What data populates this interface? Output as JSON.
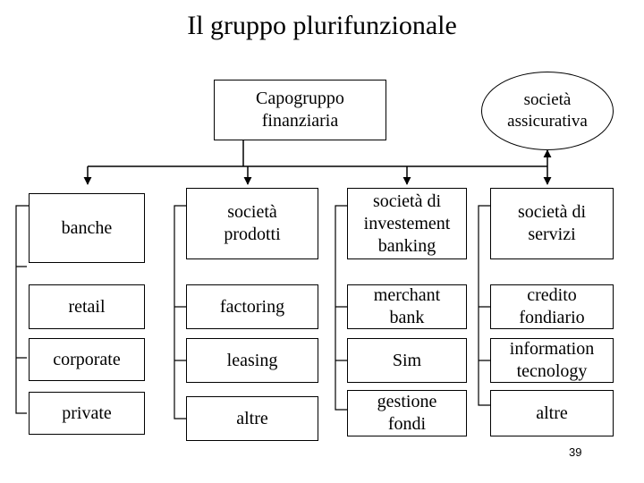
{
  "title": "Il gruppo plurifunzionale",
  "top": {
    "holding": "Capogruppo\nfinanziaria",
    "insurance": "società\nassicurativa"
  },
  "columns": [
    {
      "items": [
        "banche",
        "retail",
        "corporate",
        "private"
      ]
    },
    {
      "items": [
        "società\nprodotti",
        "factoring",
        "leasing",
        "altre"
      ]
    },
    {
      "items": [
        "società di\ninvestement\nbanking",
        "merchant\nbank",
        "Sim",
        "gestione\nfondi"
      ]
    },
    {
      "items": [
        "società di\nservizi",
        "credito\nfondiario",
        "information\ntecnology",
        "altre"
      ]
    }
  ],
  "page_number": "39"
}
